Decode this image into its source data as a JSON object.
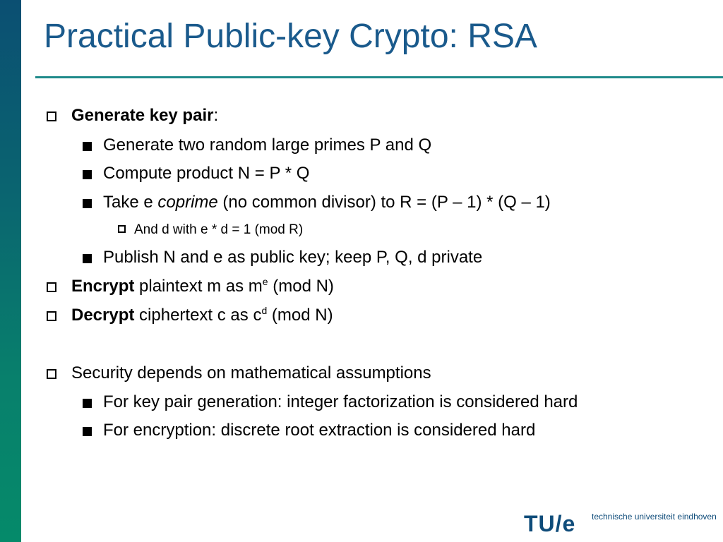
{
  "slide": {
    "title": "Practical Public-key Crypto: RSA",
    "bullets": {
      "gen": {
        "bold": "Generate key pair",
        "rest": ":"
      },
      "gen_sub1": "Generate two random large primes P and Q",
      "gen_sub2": "Compute product N = P * Q",
      "gen_sub3_pre": "Take e ",
      "gen_sub3_italic": "coprime",
      "gen_sub3_post": " (no common divisor) to R = (P – 1) * (Q – 1)",
      "gen_sub3_sub": "And d with e * d = 1 (mod R)",
      "gen_sub4": "Publish N and e as public key; keep P, Q, d private",
      "enc": {
        "bold": "Encrypt",
        "pre": " plaintext m as m",
        "sup": "e",
        "post": " (mod N)"
      },
      "dec": {
        "bold": "Decrypt",
        "pre": " ciphertext c as c",
        "sup": "d",
        "post": " (mod N)"
      },
      "sec": "Security depends on mathematical assumptions",
      "sec_sub1": "For key pair generation: integer factorization is considered hard",
      "sec_sub2": "For encryption: discrete root extraction is considered hard"
    }
  },
  "footer": {
    "logo": "TU/e",
    "institution": "technische universiteit eindhoven"
  },
  "colors": {
    "title": "#1a5a8c",
    "rule": "#1f8a8a",
    "sidebar_top": "#0b4f72",
    "sidebar_bottom": "#058a6a"
  }
}
